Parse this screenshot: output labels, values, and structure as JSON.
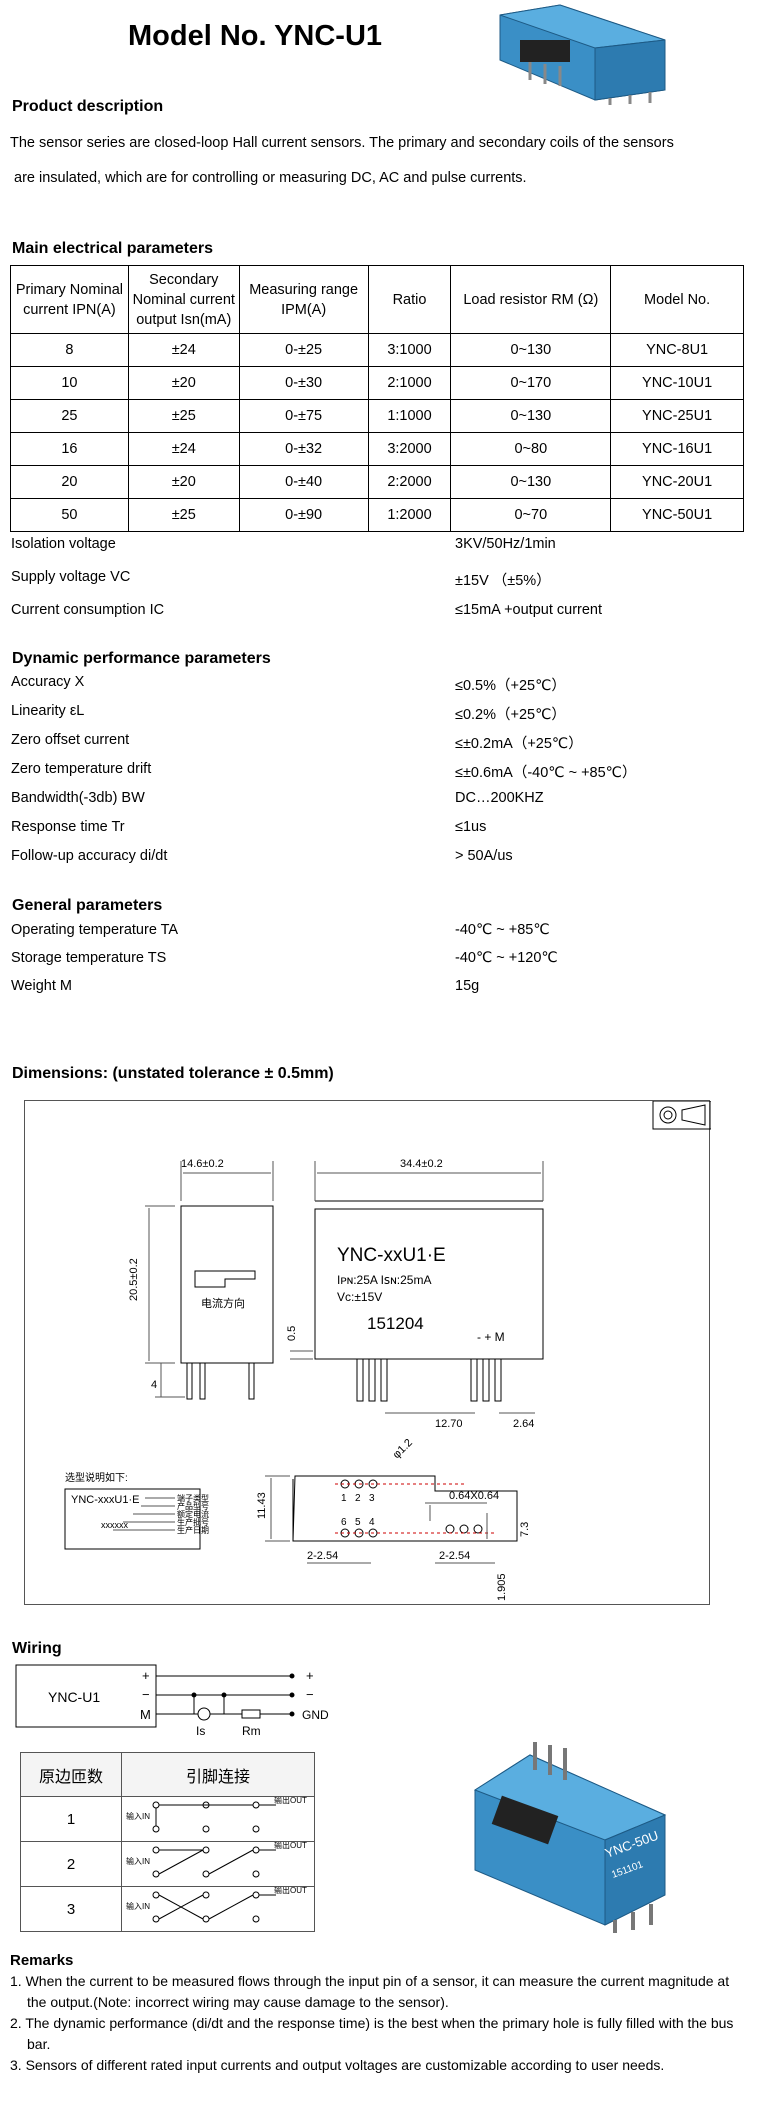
{
  "title": "Model No. YNC-U1",
  "product_description": {
    "heading": "Product description",
    "line1": "The sensor series are closed-loop Hall current sensors. The primary and secondary coils of the sensors",
    "line2": "are insulated, which are for controlling or measuring DC, AC and pulse currents."
  },
  "main_params": {
    "heading": "Main electrical parameters",
    "columns": [
      "Primary Nominal current IPN(A)",
      "Secondary Nominal current output Isn(mA)",
      "Measuring range IPM(A)",
      "Ratio",
      "Load resistor RM (Ω)",
      "Model No."
    ],
    "rows": [
      [
        "8",
        "±24",
        "0-±25",
        "3:1000",
        "0~130",
        "YNC-8U1"
      ],
      [
        "10",
        "±20",
        "0-±30",
        "2:1000",
        "0~170",
        "YNC-10U1"
      ],
      [
        "25",
        "±25",
        "0-±75",
        "1:1000",
        "0~130",
        "YNC-25U1"
      ],
      [
        "16",
        "±24",
        "0-±32",
        "3:2000",
        "0~80",
        "YNC-16U1"
      ],
      [
        "20",
        "±20",
        "0-±40",
        "2:2000",
        "0~130",
        "YNC-20U1"
      ],
      [
        "50",
        "±25",
        "0-±90",
        "1:2000",
        "0~70",
        "YNC-50U1"
      ]
    ],
    "extra": [
      {
        "k": "Isolation voltage",
        "v": "3KV/50Hz/1min"
      },
      {
        "k": "Supply voltage VC",
        "v": "±15V （±5%）"
      },
      {
        "k": "Current consumption IC",
        "v": "≤15mA +output current"
      }
    ]
  },
  "dynamic": {
    "heading": "Dynamic performance parameters",
    "rows": [
      {
        "k": "Accuracy X",
        "v": " ≤0.5%（+25℃）"
      },
      {
        "k": "Linearity εL",
        "v": "≤0.2%（+25℃）"
      },
      {
        "k": "Zero offset current",
        "v": "≤±0.2mA（+25℃）"
      },
      {
        "k": "Zero temperature drift",
        "v": "≤±0.6mA（-40℃ ~ +85℃）"
      },
      {
        "k": "Bandwidth(-3db) BW",
        "v": "DC…200KHZ"
      },
      {
        "k": "Response time Tr",
        "v": "≤1us"
      },
      {
        "k": "Follow-up accuracy di/dt",
        "v": " > 50A/us"
      }
    ]
  },
  "general": {
    "heading": "General parameters",
    "rows": [
      {
        "k": "Operating temperature TA",
        "v": "-40℃ ~ +85℃"
      },
      {
        "k": "Storage temperature TS",
        "v": "-40℃ ~ +120℃"
      },
      {
        "k": "Weight M",
        "v": "15g"
      }
    ]
  },
  "dimensions": {
    "heading": "Dimensions: (unstated tolerance ± 0.5mm)",
    "dim_width_left": "14.6±0.2",
    "dim_width_right": "34.4±0.2",
    "dim_height": "20.5±0.2",
    "dim_4": "4",
    "dim_05": "0.5",
    "dim_1270": "12.70",
    "dim_264": "2.64",
    "dim_phi12": "φ1.2",
    "dim_1143": "11.43",
    "dim_064": "0.64X0.64",
    "dim_73": "7.3",
    "dim_1905": "1.905",
    "dim_2254_left": "2-2.54",
    "dim_2254_right": "2-2.54",
    "arrow_label": "电流方向",
    "front_label_1": "YNC-xxU1·E",
    "front_label_2": "Iᴘɴ:25A  Iꜱɴ:25mA",
    "front_label_3": "Vc:±15V",
    "front_label_4": "151204",
    "pin_labels": "- + M",
    "pins_top": [
      "1",
      "2",
      "3"
    ],
    "pins_bottom": [
      "6",
      "5",
      "4"
    ],
    "selection_title": "选型说明如下:",
    "selection_code": "YNC-xxxU1·E",
    "selection_sub": "xxxxxx",
    "selection_items": [
      "端子类型",
      "产品型号",
      "额定电流",
      "生产批号",
      "生产日期"
    ]
  },
  "wiring": {
    "heading": "Wiring",
    "device": "YNC-U1",
    "terminals": [
      "+",
      "−",
      "M"
    ],
    "rails": [
      "+",
      "−",
      "GND"
    ],
    "meter_label": "Is",
    "resistor_label": "Rm",
    "table_header": [
      "原边匝数",
      "引脚连接"
    ],
    "table_rows": [
      "1",
      "2",
      "3"
    ],
    "in_label": "输入IN",
    "out_label": "输出OUT"
  },
  "remarks": {
    "heading": "Remarks",
    "items": [
      "1. When the current to be measured flows through the input pin of a sensor, it can measure the current magnitude at the output.(Note: incorrect wiring may cause damage to the sensor).",
      "2. The dynamic performance (di/dt and the response time) is the best when the primary hole is fully filled with the bus bar.",
      "3. Sensors of different rated input currents and output voltages are customizable according to user needs."
    ]
  },
  "product_photo_label": "YNC-50U",
  "product_photo_code": "151101",
  "colors": {
    "sensor_blue": "#3a8fc6",
    "line": "#000000"
  }
}
